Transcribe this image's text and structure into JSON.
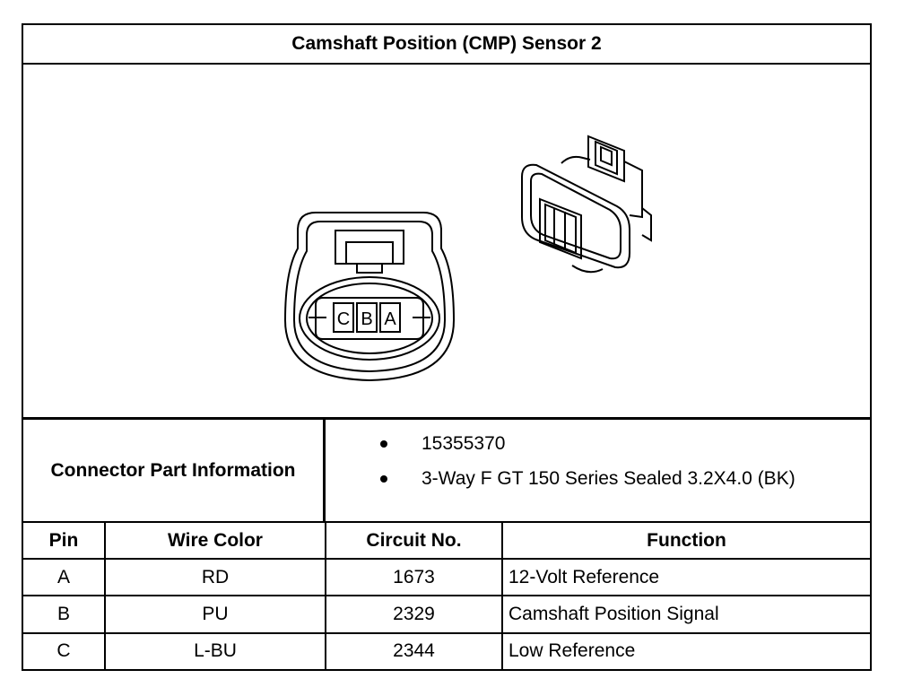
{
  "title": "Camshaft Position (CMP) Sensor 2",
  "connector_face": {
    "cavity_labels": [
      "C",
      "B",
      "A"
    ]
  },
  "connector_part_information": {
    "label": "Connector Part Information",
    "items": [
      "15355370",
      "3-Way F GT 150 Series Sealed 3.2X4.0 (BK)"
    ]
  },
  "pin_table": {
    "headers": [
      "Pin",
      "Wire Color",
      "Circuit No.",
      "Function"
    ],
    "rows": [
      {
        "pin": "A",
        "wire_color": "RD",
        "circuit": "1673",
        "function": "12-Volt Reference"
      },
      {
        "pin": "B",
        "wire_color": "PU",
        "circuit": "2329",
        "function": "Camshaft Position Signal"
      },
      {
        "pin": "C",
        "wire_color": "L-BU",
        "circuit": "2344",
        "function": "Low Reference"
      }
    ]
  }
}
